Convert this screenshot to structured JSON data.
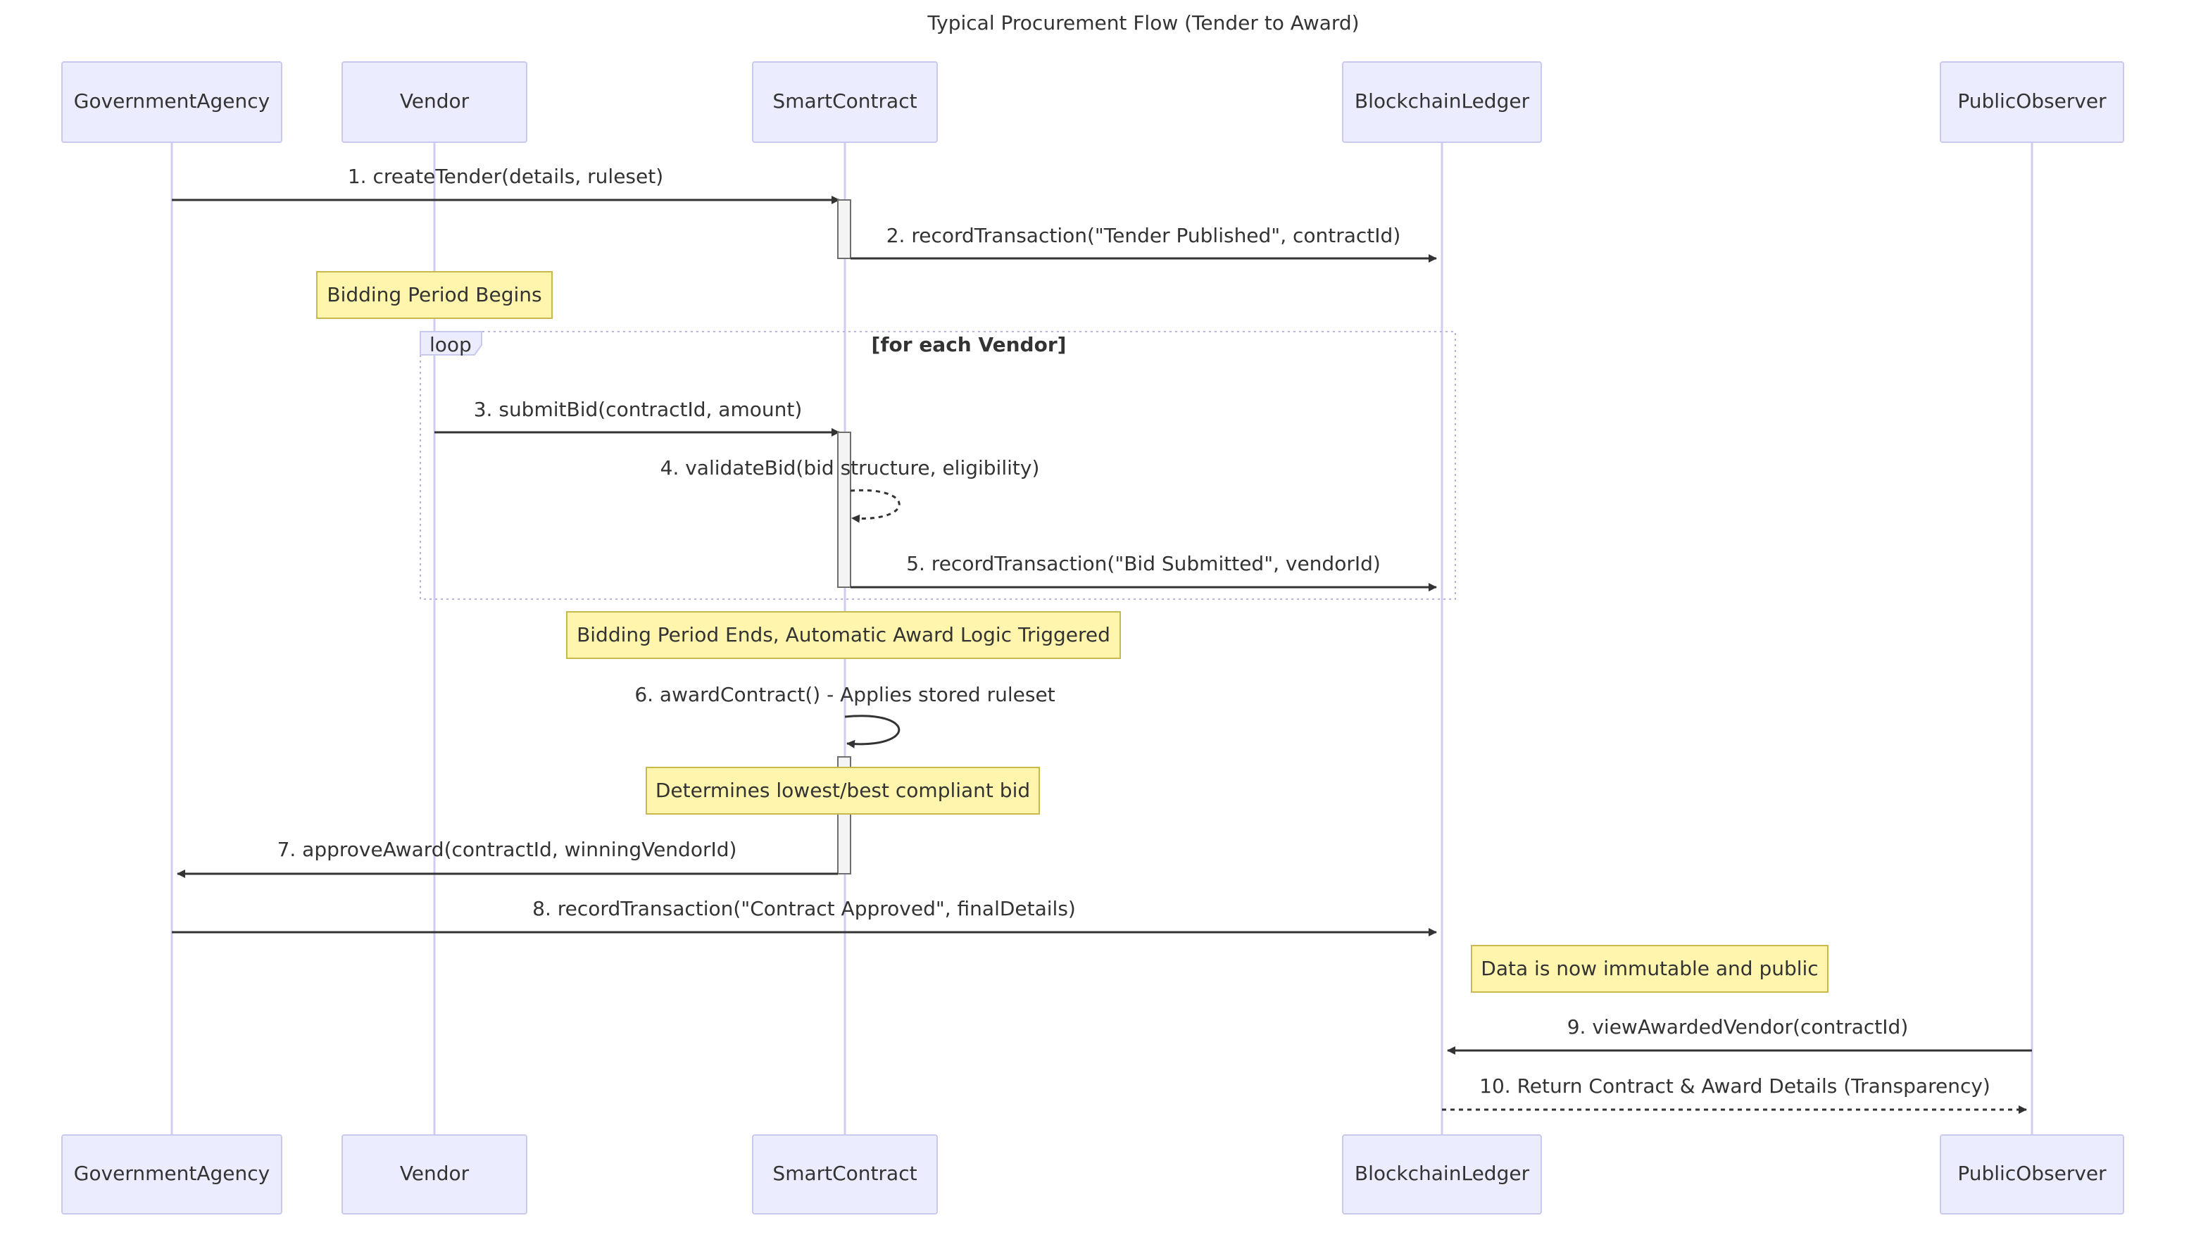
{
  "title": "Typical Procurement Flow (Tender to Award)",
  "actors": [
    {
      "key": "agency",
      "label": "GovernmentAgency"
    },
    {
      "key": "vendor",
      "label": "Vendor"
    },
    {
      "key": "contract",
      "label": "SmartContract"
    },
    {
      "key": "ledger",
      "label": "BlockchainLedger"
    },
    {
      "key": "observer",
      "label": "PublicObserver"
    }
  ],
  "notes": {
    "bidding_begins": "Bidding Period Begins",
    "bidding_ends": "Bidding Period Ends, Automatic Award Logic Triggered",
    "lowest_bid": "Determines lowest/best compliant bid",
    "immutable": "Data is now immutable and public"
  },
  "loop": {
    "keyword": "loop",
    "condition": "[for each Vendor]"
  },
  "messages": {
    "m1": "1. createTender(details, ruleset)",
    "m2": "2. recordTransaction(\"Tender Published\", contractId)",
    "m3": "3. submitBid(contractId, amount)",
    "m4": "4. validateBid(bid structure, eligibility)",
    "m5": "5. recordTransaction(\"Bid Submitted\", vendorId)",
    "m6": "6. awardContract() - Applies stored ruleset",
    "m7": "7. approveAward(contractId, winningVendorId)",
    "m8": "8. recordTransaction(\"Contract Approved\", finalDetails)",
    "m9": "9. viewAwardedVendor(contractId)",
    "m10": "10. Return Contract & Award Details (Transparency)"
  }
}
